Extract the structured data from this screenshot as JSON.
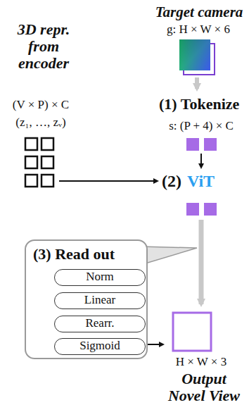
{
  "diagram": {
    "nodes": [
      {
        "text": [
          "(3) Read out"
        ]
      },
      {
        "text": [
          "Norm"
        ],
        "in": 0
      },
      {
        "text": [
          "Linear"
        ],
        "in": 0
      },
      {
        "text": [
          "Rearr."
        ],
        "in": 0
      },
      {
        "text": [
          "Sigmoid"
        ],
        "in": 0
      }
    ],
    "labels": [
      "3D repr. from encoder",
      "(V × P) × C",
      "(z₁, …, zᵥ)",
      "Target camera",
      "g: H × W × 6",
      "(1) Tokenize",
      "s: (P + 4) × C",
      "(2)",
      "ViT",
      "H × W × 3",
      "Output Novel View"
    ]
  }
}
